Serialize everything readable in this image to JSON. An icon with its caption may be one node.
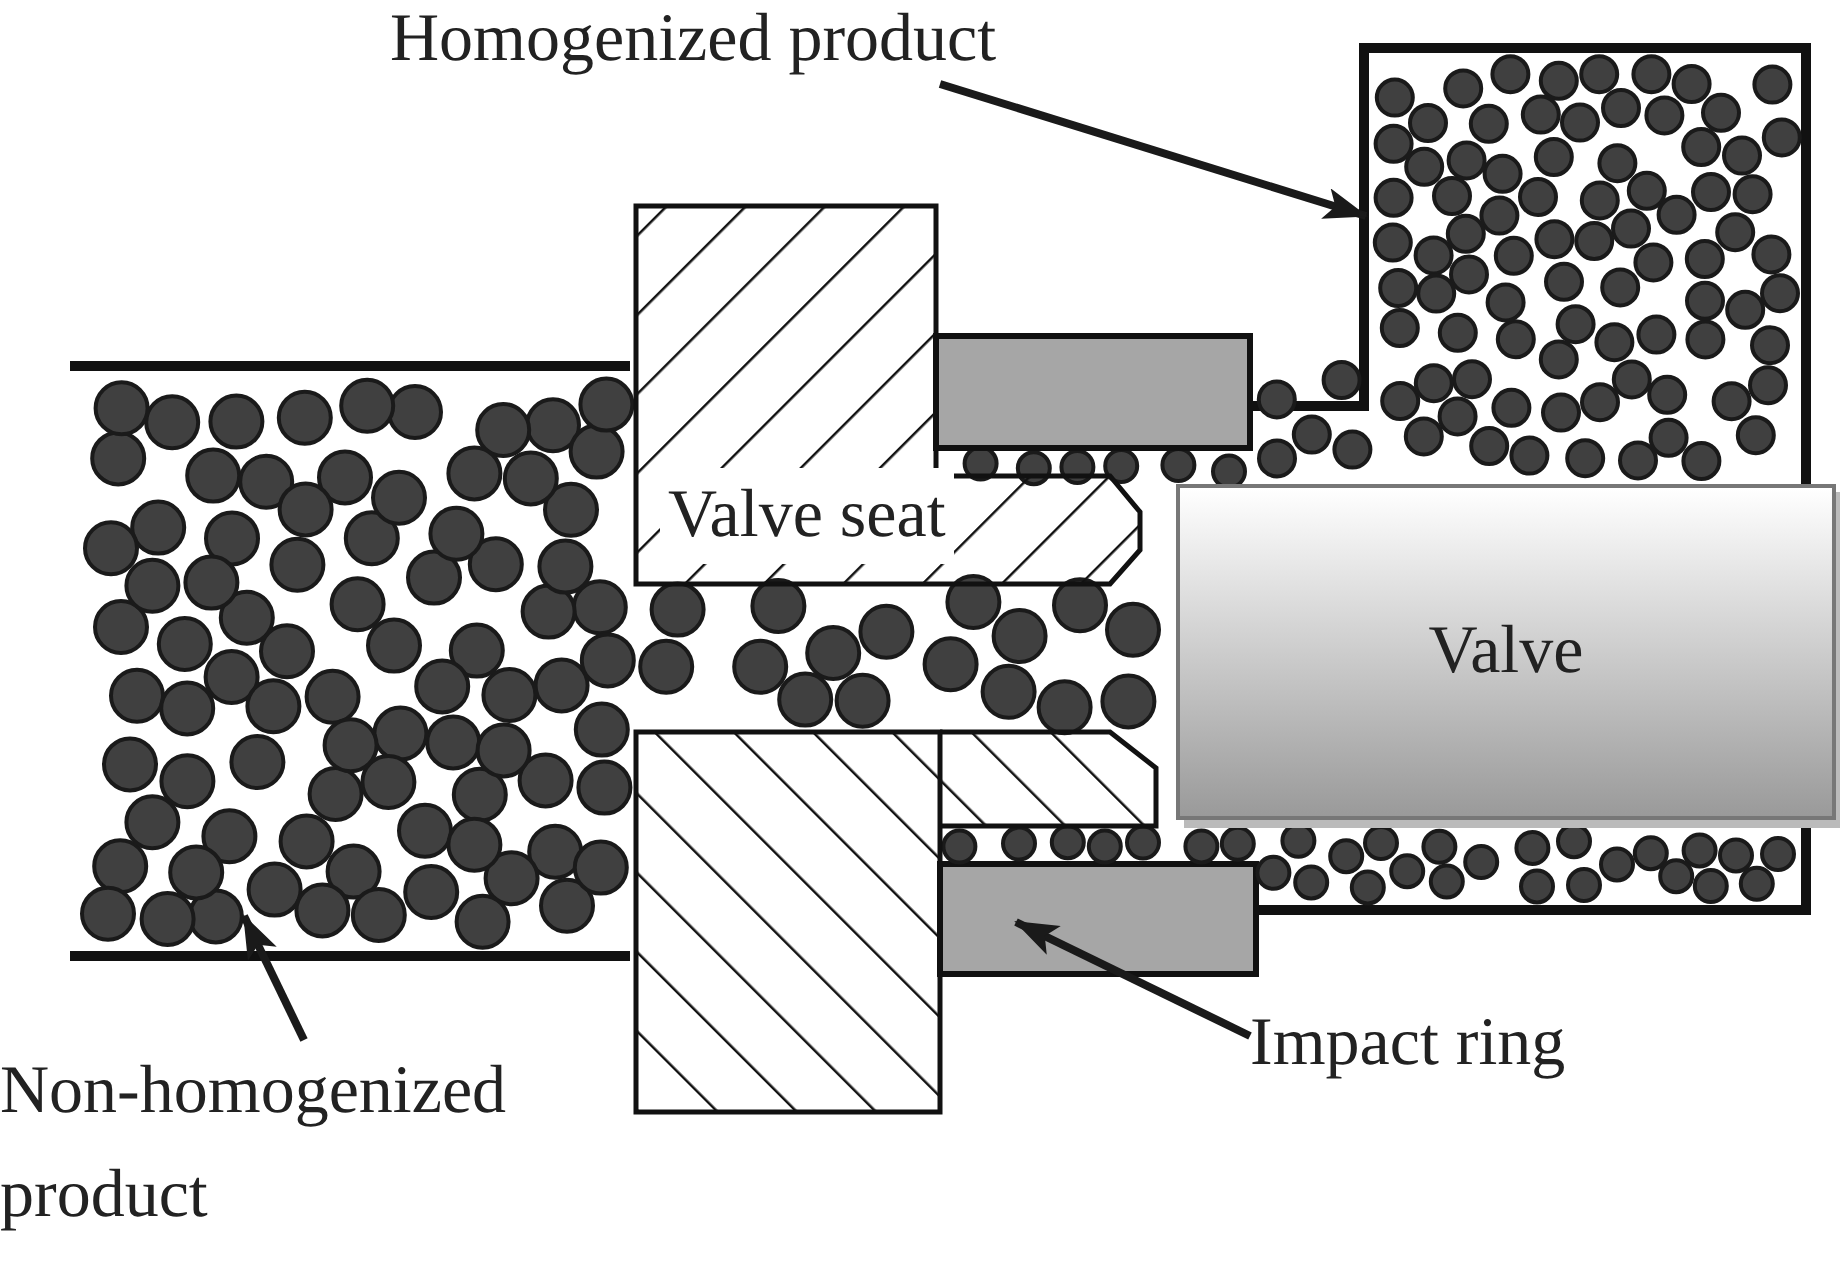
{
  "diagram": {
    "nodes": [
      {
        "text": [
          "Homogenized product"
        ]
      },
      {
        "text": [],
        "shape": "circle"
      },
      {
        "text": [
          "Valve seat"
        ]
      },
      {
        "text": [
          "Valve"
        ]
      },
      {
        "text": [
          "Impact ring"
        ]
      },
      {
        "text": [],
        "shape": "box"
      },
      {
        "text": [
          "Non-homogenized product"
        ]
      },
      {
        "text": [],
        "shape": "circle"
      }
    ],
    "edges": [
      {
        "from": 0,
        "to": 1,
        "arrow": "to"
      },
      {
        "from": 4,
        "to": 5,
        "arrow": "to"
      },
      {
        "from": 6,
        "to": 7,
        "arrow": "to"
      }
    ]
  }
}
